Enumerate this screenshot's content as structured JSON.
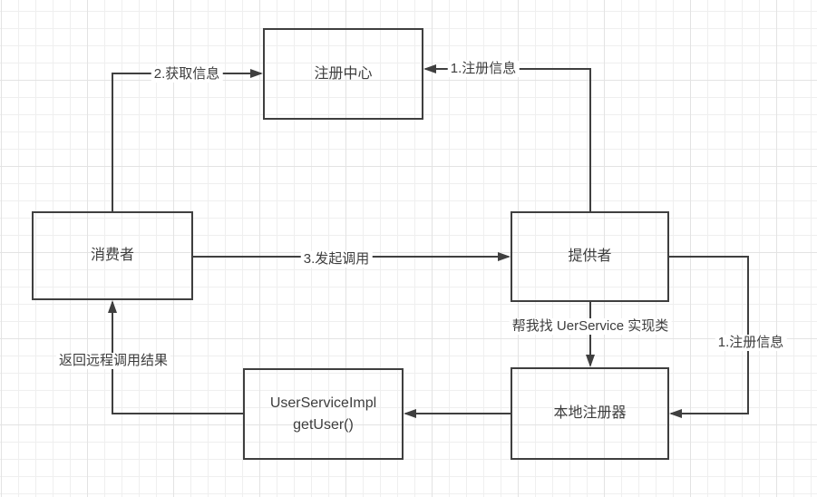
{
  "diagram": {
    "nodes": {
      "registry_center": {
        "label": "注册中心"
      },
      "consumer": {
        "label": "消费者"
      },
      "provider": {
        "label": "提供者"
      },
      "user_service_impl": {
        "label": "UserServiceImpl\ngetUser()"
      },
      "local_registry": {
        "label": "本地注册器"
      }
    },
    "edges": {
      "fetch_info": {
        "label": "2.获取信息",
        "from": "consumer",
        "to": "registry_center"
      },
      "register_info_top": {
        "label": "1.注册信息",
        "from": "provider",
        "to": "registry_center"
      },
      "invoke_call": {
        "label": "3.发起调用",
        "from": "consumer",
        "to": "provider"
      },
      "find_impl": {
        "label": "帮我找 UerService 实现类",
        "from": "provider",
        "to": "local_registry"
      },
      "register_info_right": {
        "label": "1.注册信息",
        "from": "provider",
        "to": "local_registry"
      },
      "local_to_impl": {
        "label": "",
        "from": "local_registry",
        "to": "user_service_impl"
      },
      "return_result": {
        "label": "返回远程调用结果",
        "from": "user_service_impl",
        "to": "consumer"
      }
    },
    "colors": {
      "line": "#3f3f3f",
      "box_border": "#3f3f3f",
      "text": "#3d3d3d",
      "grid_minor": "#efefef",
      "grid_major": "#e3e3e3",
      "background": "#ffffff"
    }
  }
}
